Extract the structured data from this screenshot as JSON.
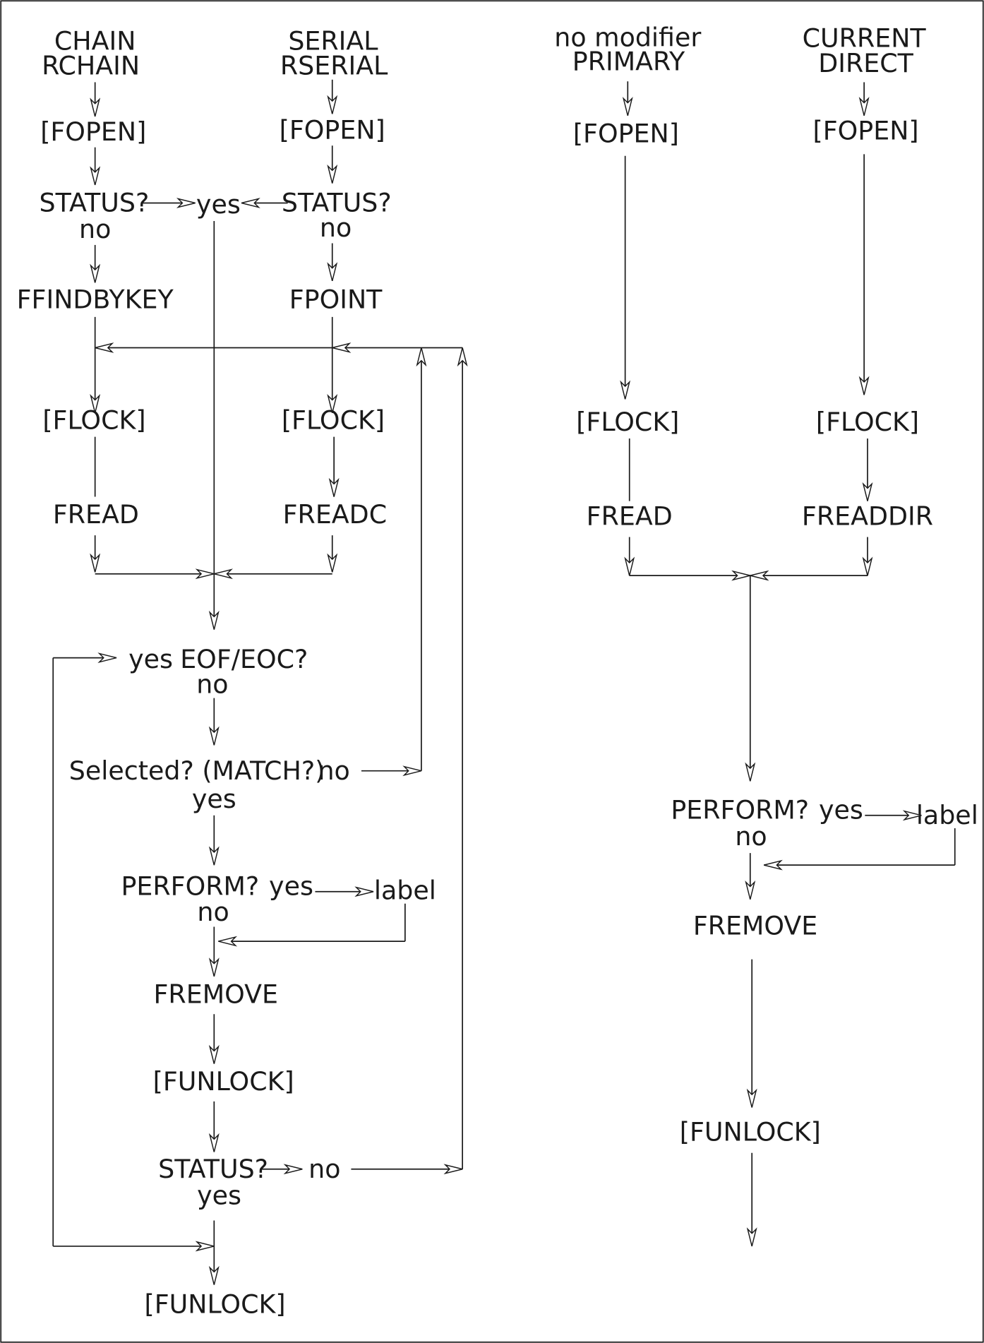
{
  "colors": {
    "ink": "#1a1a1a",
    "background": "#ffffff"
  },
  "labels": {
    "chain": "CHAIN",
    "rchain": "RCHAIN",
    "serial": "SERIAL",
    "rserial": "RSERIAL",
    "no_modifier": "no modifier",
    "primary": "PRIMARY",
    "current": "CURRENT",
    "direct": "DIRECT",
    "fopen_1": "[FOPEN]",
    "fopen_2": "[FOPEN]",
    "fopen_3": "[FOPEN]",
    "fopen_4": "[FOPEN]",
    "status_1": "STATUS?",
    "yes_1": "yes",
    "status_2": "STATUS?",
    "no_1": "no",
    "no_2": "no",
    "ffindbykey": "FFINDBYKEY",
    "fpoint": "FPOINT",
    "flock_1": "[FLOCK]",
    "flock_2": "[FLOCK]",
    "flock_3": "[FLOCK]",
    "flock_4": "[FLOCK]",
    "fread_1": "FREAD",
    "freadc": "FREADC",
    "fread_2": "FREAD",
    "freaddir": "FREADDIR",
    "yes_eof": "yes",
    "eof_eoc": "EOF/EOC?",
    "no_eof": "no",
    "selected": "Selected? (MATCH?)",
    "no_selected": "no",
    "yes_selected": "yes",
    "perform_1": "PERFORM?",
    "yes_perform_1": "yes",
    "label_1": "label",
    "no_perform_1": "no",
    "fremove_1": "FREMOVE",
    "funlock_1": "[FUNLOCK]",
    "status_3": "STATUS?",
    "no_status_3": "no",
    "yes_status_3": "yes",
    "funlock_2": "[FUNLOCK]",
    "perform_2": "PERFORM?",
    "yes_perform_2": "yes",
    "label_2": "label",
    "no_perform_2": "no",
    "fremove_2": "FREMOVE",
    "funlock_3": "[FUNLOCK]"
  }
}
